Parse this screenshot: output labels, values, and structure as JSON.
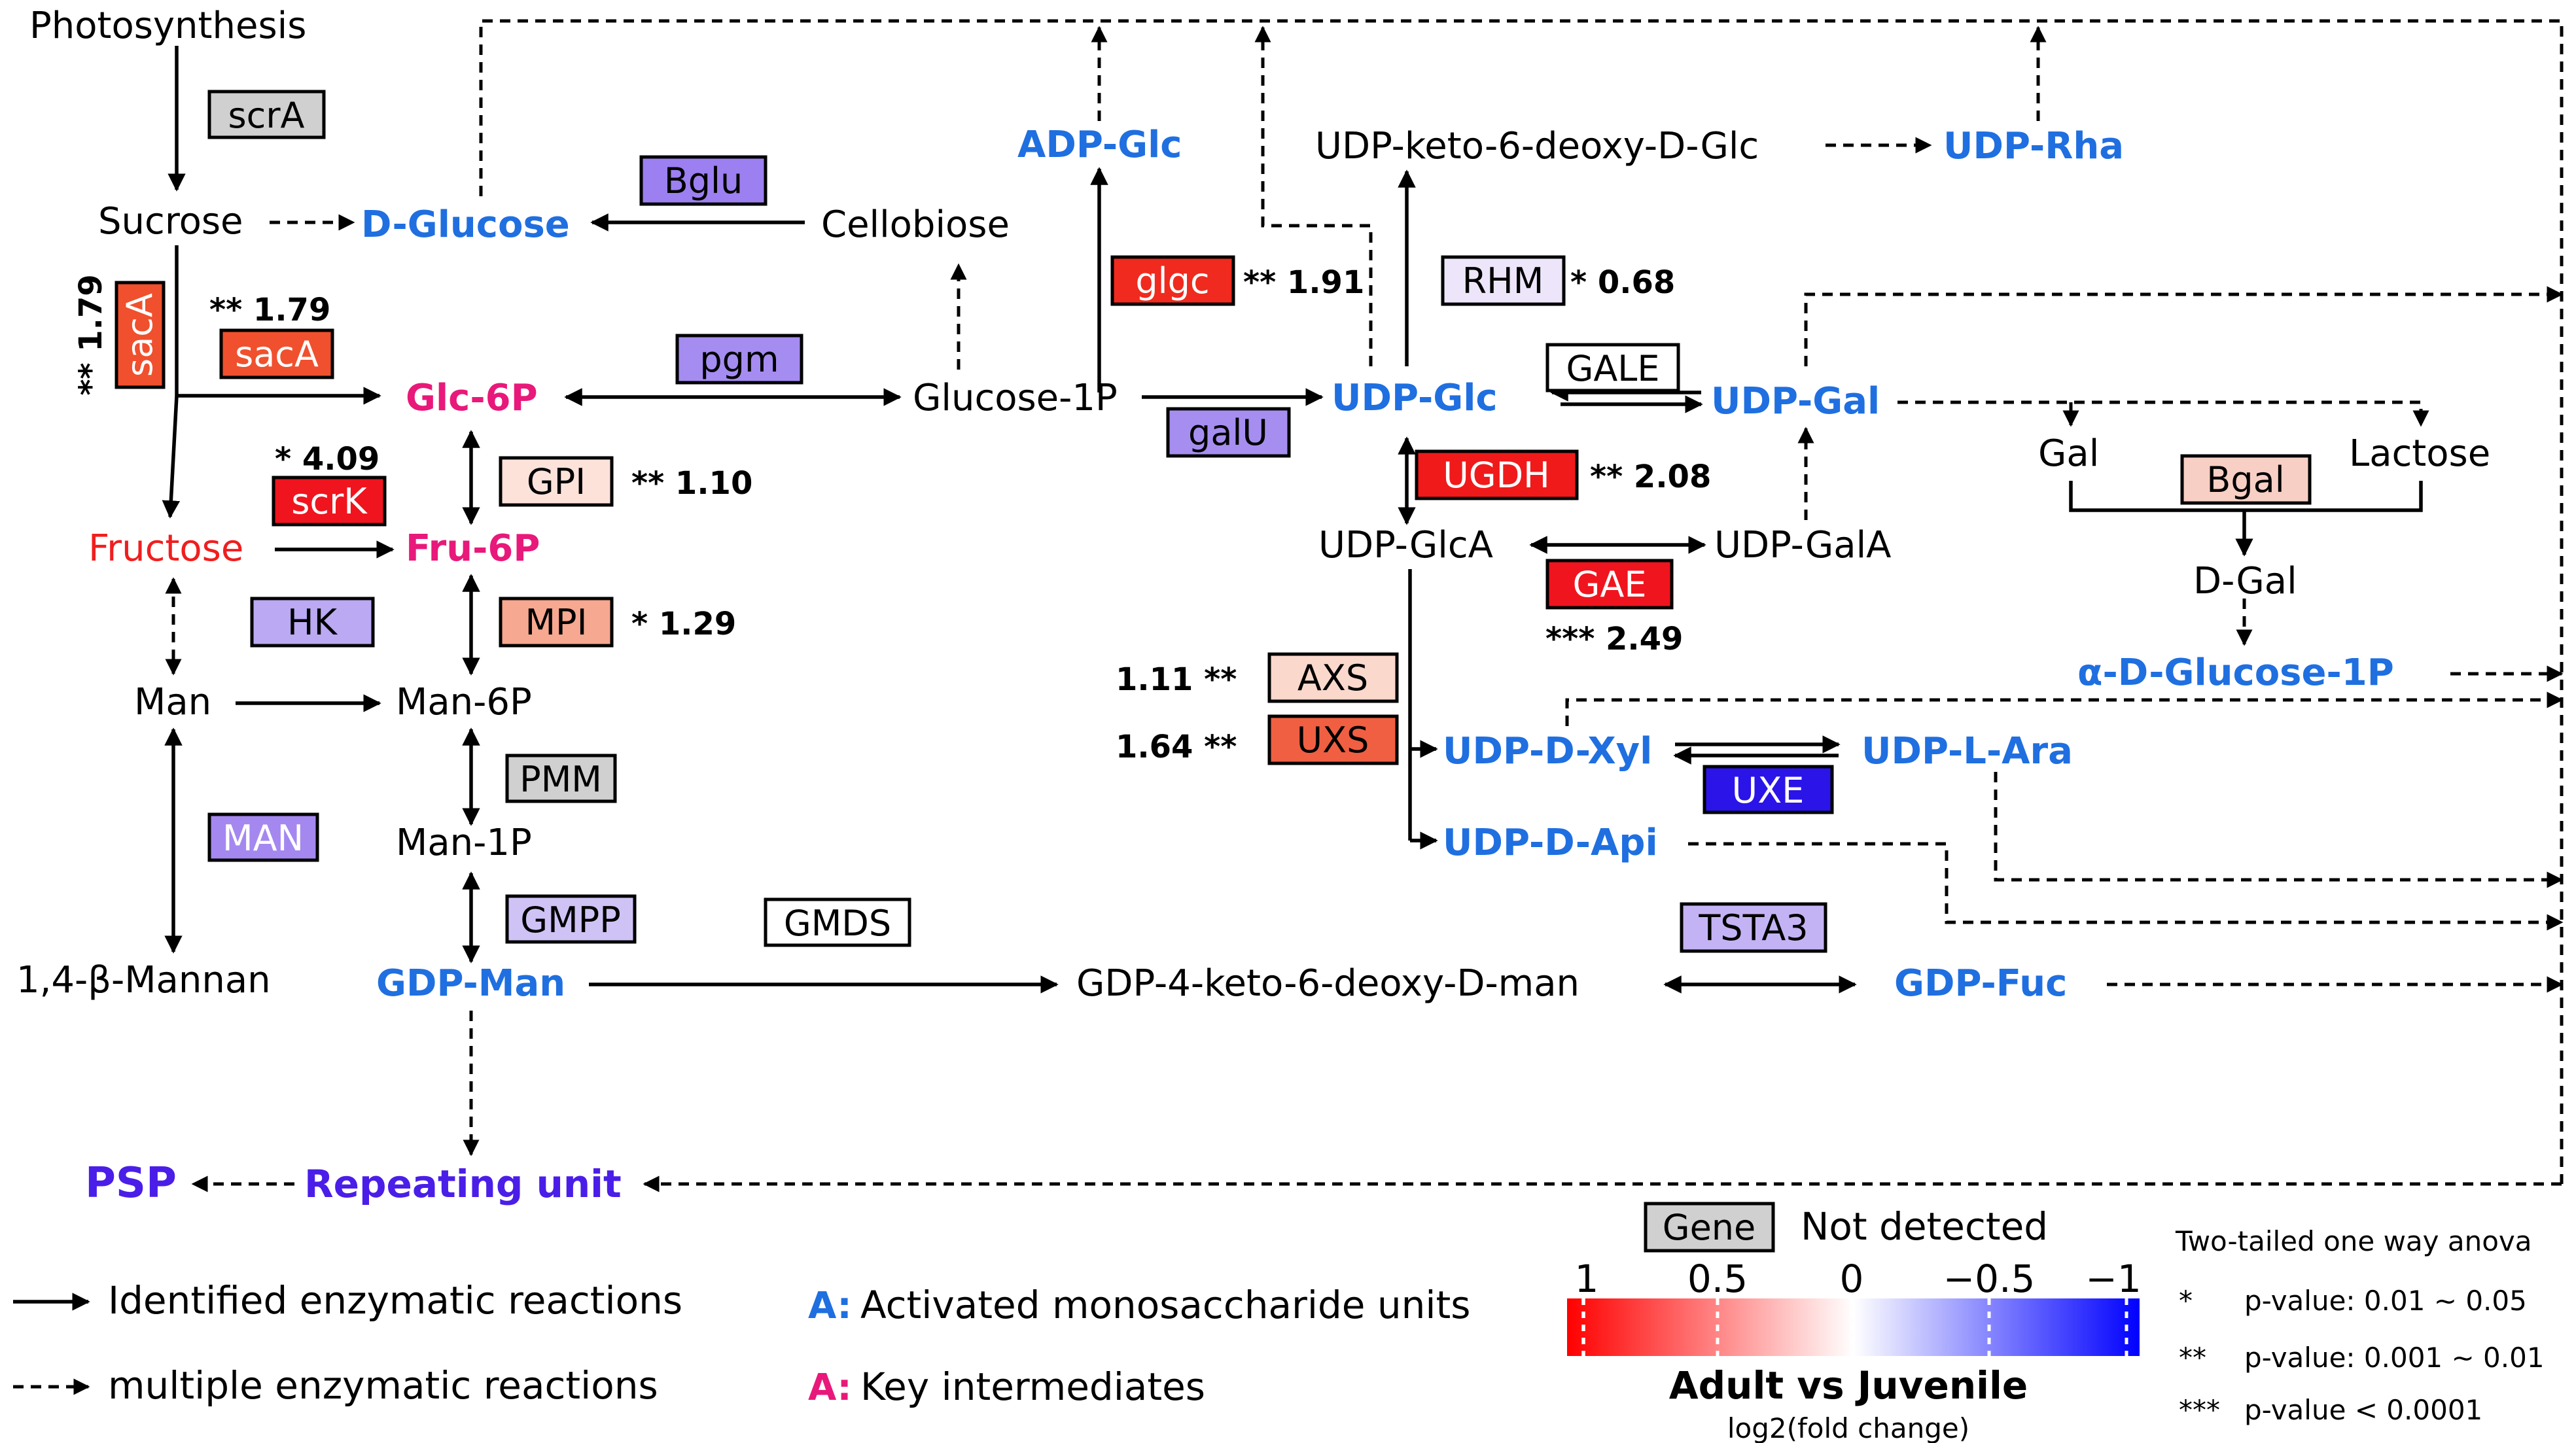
{
  "colors": {
    "activated_blue": "#1f6fe0",
    "key_pink": "#e8197a",
    "fructose_red": "#f01e1e",
    "psp_purple": "#4a1ee8",
    "not_detected_gray": "#d0d0d0"
  },
  "metabolites": {
    "photosynthesis": "Photosynthesis",
    "sucrose": "Sucrose",
    "d_glucose": "D-Glucose",
    "cellobiose": "Cellobiose",
    "adp_glc": "ADP-Glc",
    "udp_keto": "UDP-keto-6-deoxy-D-Glc",
    "udp_rha": "UDP-Rha",
    "glc_6p": "Glc-6P",
    "glucose_1p": "Glucose-1P",
    "udp_glc": "UDP-Glc",
    "udp_gal": "UDP-Gal",
    "gal": "Gal",
    "lactose": "Lactose",
    "d_gal": "D-Gal",
    "alpha_glucose_1p": "α-D-Glucose-1P",
    "fructose": "Fructose",
    "fru_6p": "Fru-6P",
    "udp_glca": "UDP-GlcA",
    "udp_gala": "UDP-GalA",
    "man": "Man",
    "man_6p": "Man-6P",
    "man_1p": "Man-1P",
    "udp_d_xyl": "UDP-D-Xyl",
    "udp_l_ara": "UDP-L-Ara",
    "udp_d_api": "UDP-D-Api",
    "mannan": "1,4-β-Mannan",
    "gdp_man": "GDP-Man",
    "gdp_keto": "GDP-4-keto-6-deoxy-D-man",
    "gdp_fuc": "GDP-Fuc",
    "psp": "PSP",
    "repeating_unit": "Repeating unit"
  },
  "enzymes": [
    {
      "id": "scrA",
      "label": "scrA",
      "fill": "#d0d0d0",
      "stat": ""
    },
    {
      "id": "bglu",
      "label": "Bglu",
      "fill": "#9c7ff0",
      "stat": ""
    },
    {
      "id": "sacA_v",
      "label": "sacA",
      "fill": "#f0502d",
      "stat": "** 1.79"
    },
    {
      "id": "sacA",
      "label": "sacA",
      "fill": "#f0502d",
      "stat": "** 1.79"
    },
    {
      "id": "pgm",
      "label": "pgm",
      "fill": "#a58cf0",
      "stat": ""
    },
    {
      "id": "glgc",
      "label": "glgc",
      "fill": "#f02a1e",
      "stat": "** 1.91"
    },
    {
      "id": "rhm",
      "label": "RHM",
      "fill": "#ede6fb",
      "stat": "* 0.68"
    },
    {
      "id": "gale",
      "label": "GALE",
      "fill": "#ffffff",
      "stat": ""
    },
    {
      "id": "galu",
      "label": "galU",
      "fill": "#a68ef0",
      "stat": ""
    },
    {
      "id": "scrk",
      "label": "scrK",
      "fill": "#f0141e",
      "stat": "* 4.09"
    },
    {
      "id": "gpi",
      "label": "GPI",
      "fill": "#fde2da",
      "stat": "** 1.10"
    },
    {
      "id": "ugdh",
      "label": "UGDH",
      "fill": "#f01a1a",
      "stat": "** 2.08"
    },
    {
      "id": "bgal",
      "label": "Bgal",
      "fill": "#f8cfc4",
      "stat": ""
    },
    {
      "id": "hk",
      "label": "HK",
      "fill": "#bba9f3",
      "stat": ""
    },
    {
      "id": "mpi",
      "label": "MPI",
      "fill": "#f7a890",
      "stat": "* 1.29"
    },
    {
      "id": "gae",
      "label": "GAE",
      "fill": "#f0141e",
      "stat": "*** 2.49"
    },
    {
      "id": "axs",
      "label": "AXS",
      "fill": "#fbd8cc",
      "stat": "1.11 **"
    },
    {
      "id": "uxs",
      "label": "UXS",
      "fill": "#f05f42",
      "stat": "1.64 **"
    },
    {
      "id": "uxe",
      "label": "UXE",
      "fill": "#2a14e8",
      "stat": ""
    },
    {
      "id": "pmm",
      "label": "PMM",
      "fill": "#d0d0d0",
      "stat": ""
    },
    {
      "id": "man_enz",
      "label": "MAN",
      "fill": "#a488f0",
      "stat": ""
    },
    {
      "id": "gmpp",
      "label": "GMPP",
      "fill": "#cfc3f6",
      "stat": ""
    },
    {
      "id": "gmds",
      "label": "GMDS",
      "fill": "#ffffff",
      "stat": ""
    },
    {
      "id": "tsta3",
      "label": "TSTA3",
      "fill": "#c4b3f4",
      "stat": ""
    }
  ],
  "legend": {
    "identified": "Identified enzymatic reactions",
    "multiple": "multiple enzymatic reactions",
    "activated_prefix": "A:",
    "activated": "Activated monosaccharide units",
    "key_prefix": "A:",
    "key": "Key intermediates",
    "gene_box": "Gene",
    "not_detected": "Not detected",
    "colorbar_ticks": [
      "1",
      "0.5",
      "0",
      "−0.5",
      "−1"
    ],
    "colorbar_title": "Adult vs Juvenile",
    "colorbar_subtitle": "log2(fold change)",
    "anova_title": "Two-tailed one way anova",
    "p1_star": "*",
    "p1": "p-value: 0.01 ~ 0.05",
    "p2_star": "**",
    "p2": "p-value: 0.001 ~ 0.01",
    "p3_star": "***",
    "p3": "p-value < 0.0001"
  }
}
